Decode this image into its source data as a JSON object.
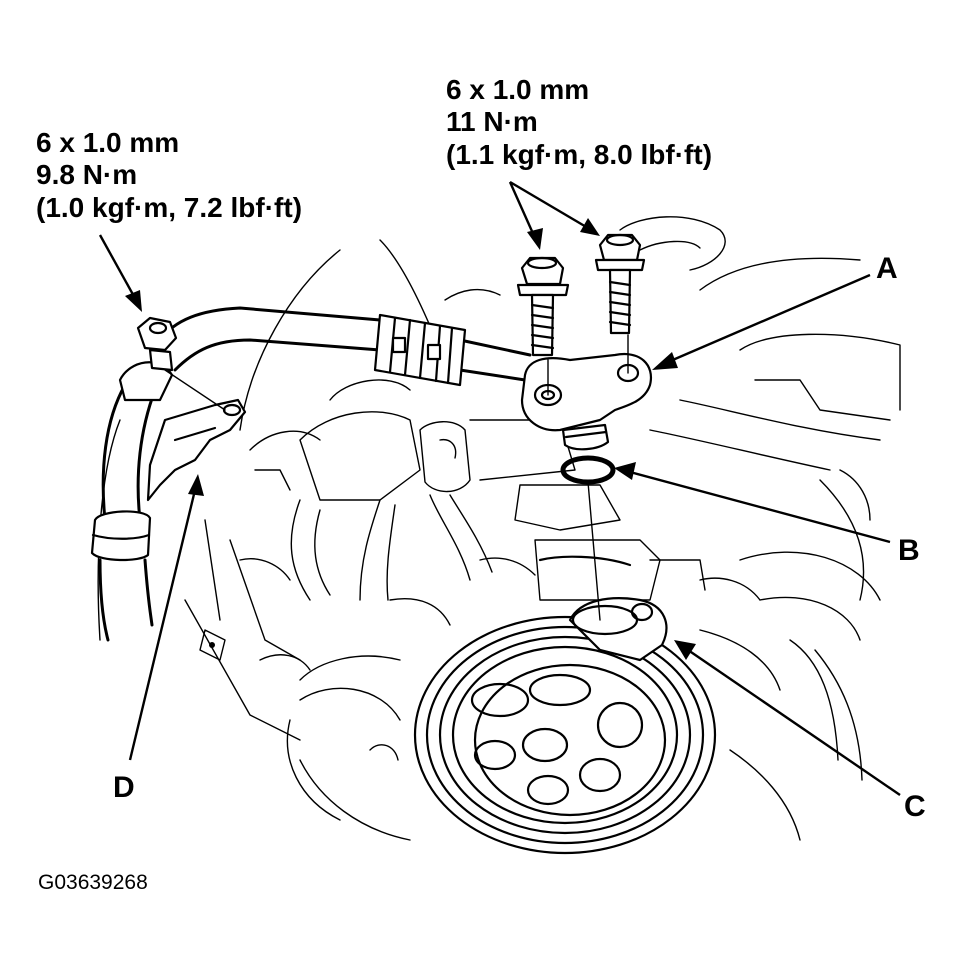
{
  "torque_specs": {
    "left": {
      "line1": "6 x 1.0 mm",
      "line2": "9.8 N·m",
      "line3": "(1.0 kgf·m, 7.2 lbf·ft)"
    },
    "top": {
      "line1": "6 x 1.0 mm",
      "line2": "11 N·m",
      "line3": "(1.1 kgf·m, 8.0 lbf·ft)"
    }
  },
  "callouts": {
    "a": "A",
    "b": "B",
    "c": "C",
    "d": "D"
  },
  "figure_id": "G03639268"
}
